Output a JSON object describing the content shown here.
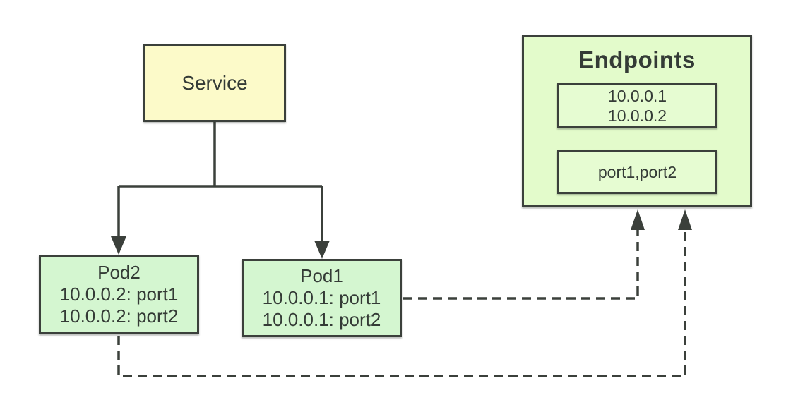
{
  "service": {
    "label": "Service"
  },
  "pods": [
    {
      "name": "Pod2",
      "lines": [
        "10.0.0.2: port1",
        "10.0.0.2: port2"
      ]
    },
    {
      "name": "Pod1",
      "lines": [
        "10.0.0.1: port1",
        "10.0.0.1: port2"
      ]
    }
  ],
  "endpoints": {
    "title": "Endpoints",
    "addresses": [
      "10.0.0.1",
      "10.0.0.2"
    ],
    "ports": "port1,port2"
  },
  "colors": {
    "service_fill": "#fcfac9",
    "pod_fill": "#d4f6d0",
    "endpoints_fill": "#e3fbcb",
    "inner_fill": "#e6fcd2",
    "line": "#3b403b",
    "text": "#343b36"
  }
}
